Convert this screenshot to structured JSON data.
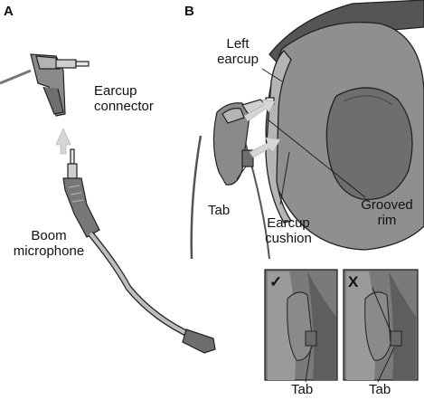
{
  "panels": {
    "a": "A",
    "b": "B"
  },
  "labels": {
    "earcup_connector": [
      "Earcup",
      "connector"
    ],
    "boom_microphone": [
      "Boom",
      "microphone"
    ],
    "left_earcup": [
      "Left",
      "earcup"
    ],
    "tab_main": "Tab",
    "earcup_cushion": [
      "Earcup",
      "cushion"
    ],
    "grooved_rim": [
      "Grooved",
      "rim"
    ],
    "tab_correct": "Tab",
    "tab_incorrect": "Tab"
  },
  "insets": {
    "correct_mark": "✓",
    "incorrect_mark": "X"
  },
  "colors": {
    "cushion": "#8f8f8f",
    "cushion_dark": "#6e6e6e",
    "plastic": "#9a9a9a",
    "arrow": "#d6d6d6",
    "line": "#222222"
  }
}
